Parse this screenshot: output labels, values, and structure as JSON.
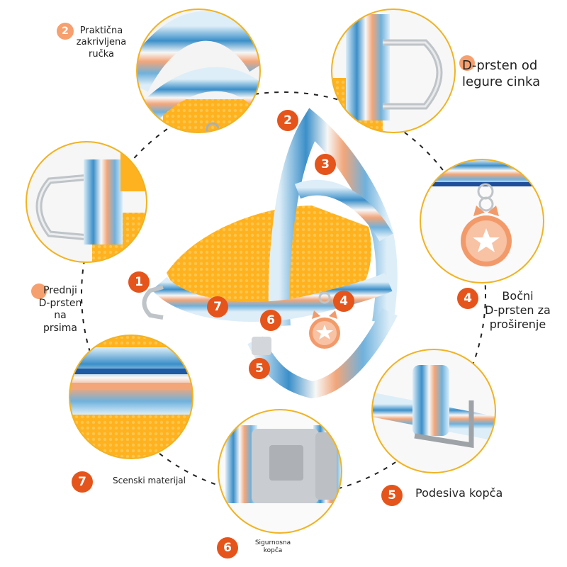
{
  "colors": {
    "badge": "#e5541a",
    "badge_soft": "#f6a06f",
    "ring": "#f0b323",
    "mesh": "#ffb21f",
    "strap_base": "#eaf3f9",
    "strap_blue": "#3b8fc9",
    "strap_orange": "#f2a67a",
    "metal": "#bfc4c8",
    "tag": "#f39a6a",
    "buckle": "#c9ccd0",
    "dash": "#222222"
  },
  "labels": {
    "handle": {
      "number": "2",
      "text": [
        "Praktična",
        "zakrivljena",
        "ručka"
      ]
    },
    "dring_zinc": {
      "number": "",
      "text": [
        "D-prsten od",
        "legure cinka"
      ]
    },
    "front_dring": {
      "number": "",
      "text": [
        "Prednji",
        "D-prsten",
        "na",
        "prsima"
      ]
    },
    "side_dring": {
      "number": "4",
      "text": [
        "Bočni",
        "D-prsten za",
        "proširenje"
      ]
    },
    "material": {
      "number": "7",
      "text": [
        "Scenski materijal"
      ]
    },
    "buckle_adjust": {
      "number": "5",
      "text": [
        "Podesiva kopča"
      ]
    },
    "safety_buckle": {
      "number": "6",
      "text": [
        "Sigurnosna",
        "kopča"
      ]
    }
  },
  "harness_markers": [
    "1",
    "2",
    "3",
    "4",
    "5",
    "6",
    "7"
  ]
}
